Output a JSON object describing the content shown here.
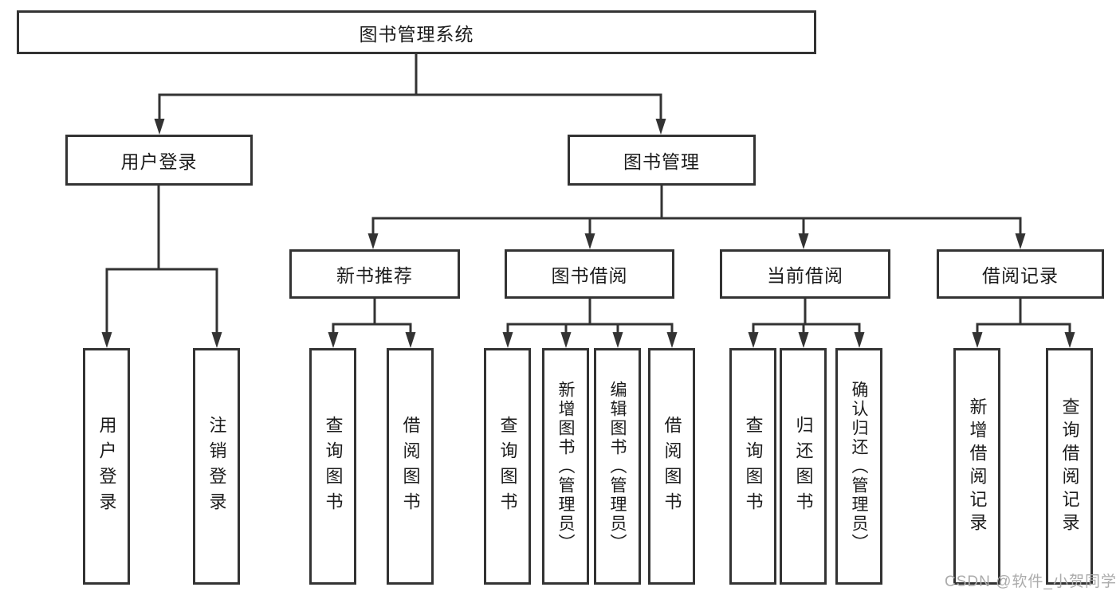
{
  "title": "图书管理系统",
  "watermark": "CSDN @软件_小贺同学",
  "branches": [
    {
      "label": "用户登录",
      "leaves": [
        "用户登录",
        "注销登录"
      ]
    },
    {
      "label": "图书管理",
      "groups": [
        {
          "label": "新书推荐",
          "leaves": [
            "查询图书",
            "借阅图书"
          ]
        },
        {
          "label": "图书借阅",
          "leaves": [
            "查询图书",
            "新增图书（管理员）",
            "编辑图书（管理员）",
            "借阅图书"
          ]
        },
        {
          "label": "当前借阅",
          "leaves": [
            "查询图书",
            "归还图书",
            "确认归还（管理员）"
          ]
        },
        {
          "label": "借阅记录",
          "leaves": [
            "新增借阅记录",
            "查询借阅记录"
          ]
        }
      ]
    }
  ],
  "colors": {
    "line": "#333333",
    "text": "#1c1c1c",
    "watermark": "#ababab",
    "background": "#ffffff"
  }
}
